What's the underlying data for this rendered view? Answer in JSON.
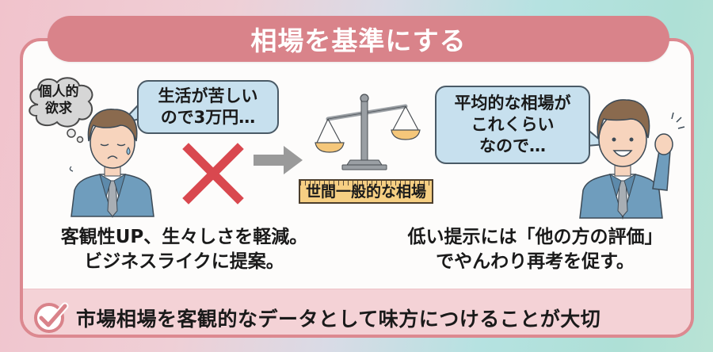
{
  "title": "相場を基準にする",
  "left_scene": {
    "thought_cloud": [
      "個人的",
      "欲求"
    ],
    "speech_bubble": [
      "生活が苦しい",
      "ので3万円…"
    ],
    "reject_mark": "x-mark",
    "caption": [
      "客観性UP、生々しさを軽減。",
      "ビジネスライクに提案。"
    ]
  },
  "center": {
    "arrow": "right-arrow",
    "scales_icon": "balance-scale",
    "ruler_label": "世間一般的な相場"
  },
  "right_scene": {
    "speech_bubble": [
      "平均的な相場が",
      "これくらい",
      "なので…"
    ],
    "caption": [
      "低い提示には「他の方の評価」",
      "でやんわり再考を促す。"
    ]
  },
  "bottom": {
    "icon": "check-circle",
    "text": "市場相場を客観的なデータとして味方につけることが大切"
  },
  "colors": {
    "accent": "#d9838a",
    "bubble": "#c7e0ee",
    "x_mark": "#d9484f",
    "arrow": "#9a9a9a",
    "suit": "#6f9dbd",
    "ruler": "#f6cf83"
  }
}
